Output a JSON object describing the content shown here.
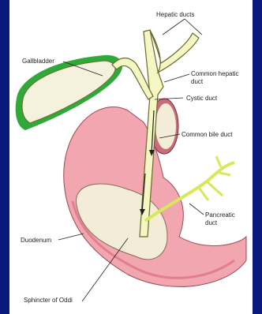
{
  "labels": {
    "hepatic_ducts": "Hepatic ducts",
    "gallbladder": "Gallbladder",
    "common_hepatic_duct_line1": "Common hepatic",
    "common_hepatic_duct_line2": "duct",
    "cystic_duct": "Cystic duct",
    "common_bile_duct": "Common bile duct",
    "pancreatic_duct_line1": "Pancreatic",
    "pancreatic_duct_line2": "duct",
    "duodenum": "Duodenum",
    "sphincter_of_oddi": "Sphincter of Oddi"
  },
  "colors": {
    "background": "#0b2394",
    "panel": "#ffffff",
    "duct_fill": "#f4f7c4",
    "duct_outline": "#6a6a2a",
    "duodenum": "#f2a6b0",
    "duodenum_dark": "#e27f8f",
    "duodenum_lumen": "#f3ecd6",
    "gallbladder": "#f4f1dc",
    "gallbladder_wall": "#2faa3a",
    "pancreatic_duct": "#d9e85a"
  }
}
